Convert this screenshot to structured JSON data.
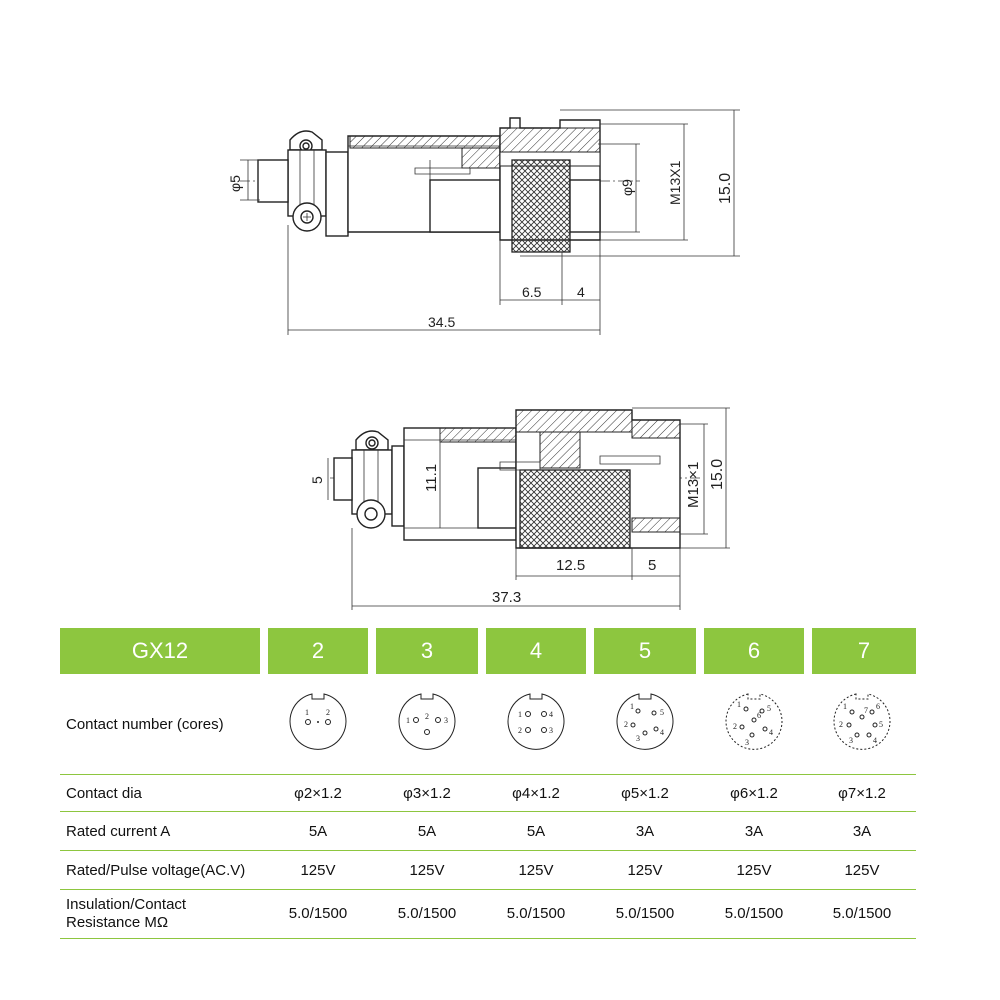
{
  "drawing_top": {
    "dim_d5": "φ5",
    "dim_d9": "φ9",
    "dim_thread": "M13X1",
    "dim_height": "15.0",
    "dim_a": "6.5",
    "dim_b": "4",
    "dim_total": "34.5"
  },
  "drawing_bottom": {
    "dim_5": "5",
    "dim_111": "11.1",
    "dim_thread": "M13×1",
    "dim_height": "15.0",
    "dim_a": "12.5",
    "dim_b": "5",
    "dim_total": "37.3"
  },
  "table": {
    "header": [
      "GX12",
      "2",
      "3",
      "4",
      "5",
      "6",
      "7"
    ],
    "rows": [
      {
        "label": "Contact number (cores)"
      },
      {
        "label": "Contact dia",
        "values": [
          "φ2×1.2",
          "φ3×1.2",
          "φ4×1.2",
          "φ5×1.2",
          "φ6×1.2",
          "φ7×1.2"
        ]
      },
      {
        "label": "Rated current A",
        "values": [
          "5A",
          "5A",
          "5A",
          "3A",
          "3A",
          "3A"
        ]
      },
      {
        "label": "Rated/Pulse voltage(AC.V)",
        "values": [
          "125V",
          "125V",
          "125V",
          "125V",
          "125V",
          "125V"
        ]
      },
      {
        "label_line1": "Insulation/Contact",
        "label_line2": "Resistance MΩ",
        "values": [
          "5.0/1500",
          "5.0/1500",
          "5.0/1500",
          "5.0/1500",
          "5.0/1500",
          "5.0/1500"
        ]
      }
    ],
    "pin_labels": {
      "p2": [
        "1",
        "2"
      ],
      "p3": [
        "1",
        "2",
        "3"
      ],
      "p4": [
        "1",
        "2",
        "3",
        "4"
      ],
      "p5": [
        "1",
        "2",
        "3",
        "4",
        "5"
      ],
      "p6": [
        "1",
        "2",
        "3",
        "4",
        "5",
        "6"
      ],
      "p7": [
        "1",
        "2",
        "3",
        "4",
        "5",
        "6",
        "7"
      ]
    }
  },
  "colors": {
    "accent": "#8dc63f",
    "line": "#222222"
  }
}
